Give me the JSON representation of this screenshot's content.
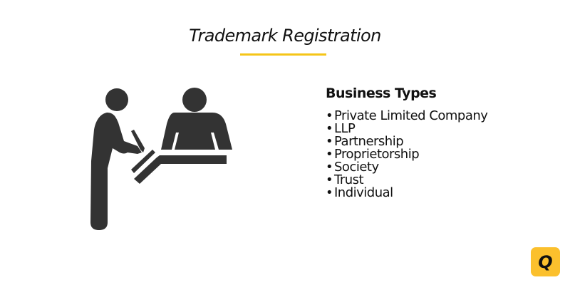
{
  "header": {
    "title": "Trademark Registration",
    "underline_color": "#f5c518"
  },
  "illustration": {
    "icon": "person-signing-at-counter-icon",
    "fill_color": "#333333"
  },
  "business_types": {
    "heading": "Business Types",
    "bullet": "•",
    "items": [
      "Private Limited Company",
      "LLP",
      "Partnership",
      "Proprietorship",
      "Society",
      "Trust",
      "Individual"
    ]
  },
  "badge": {
    "letter": "Q",
    "color": "#fbc02d"
  }
}
